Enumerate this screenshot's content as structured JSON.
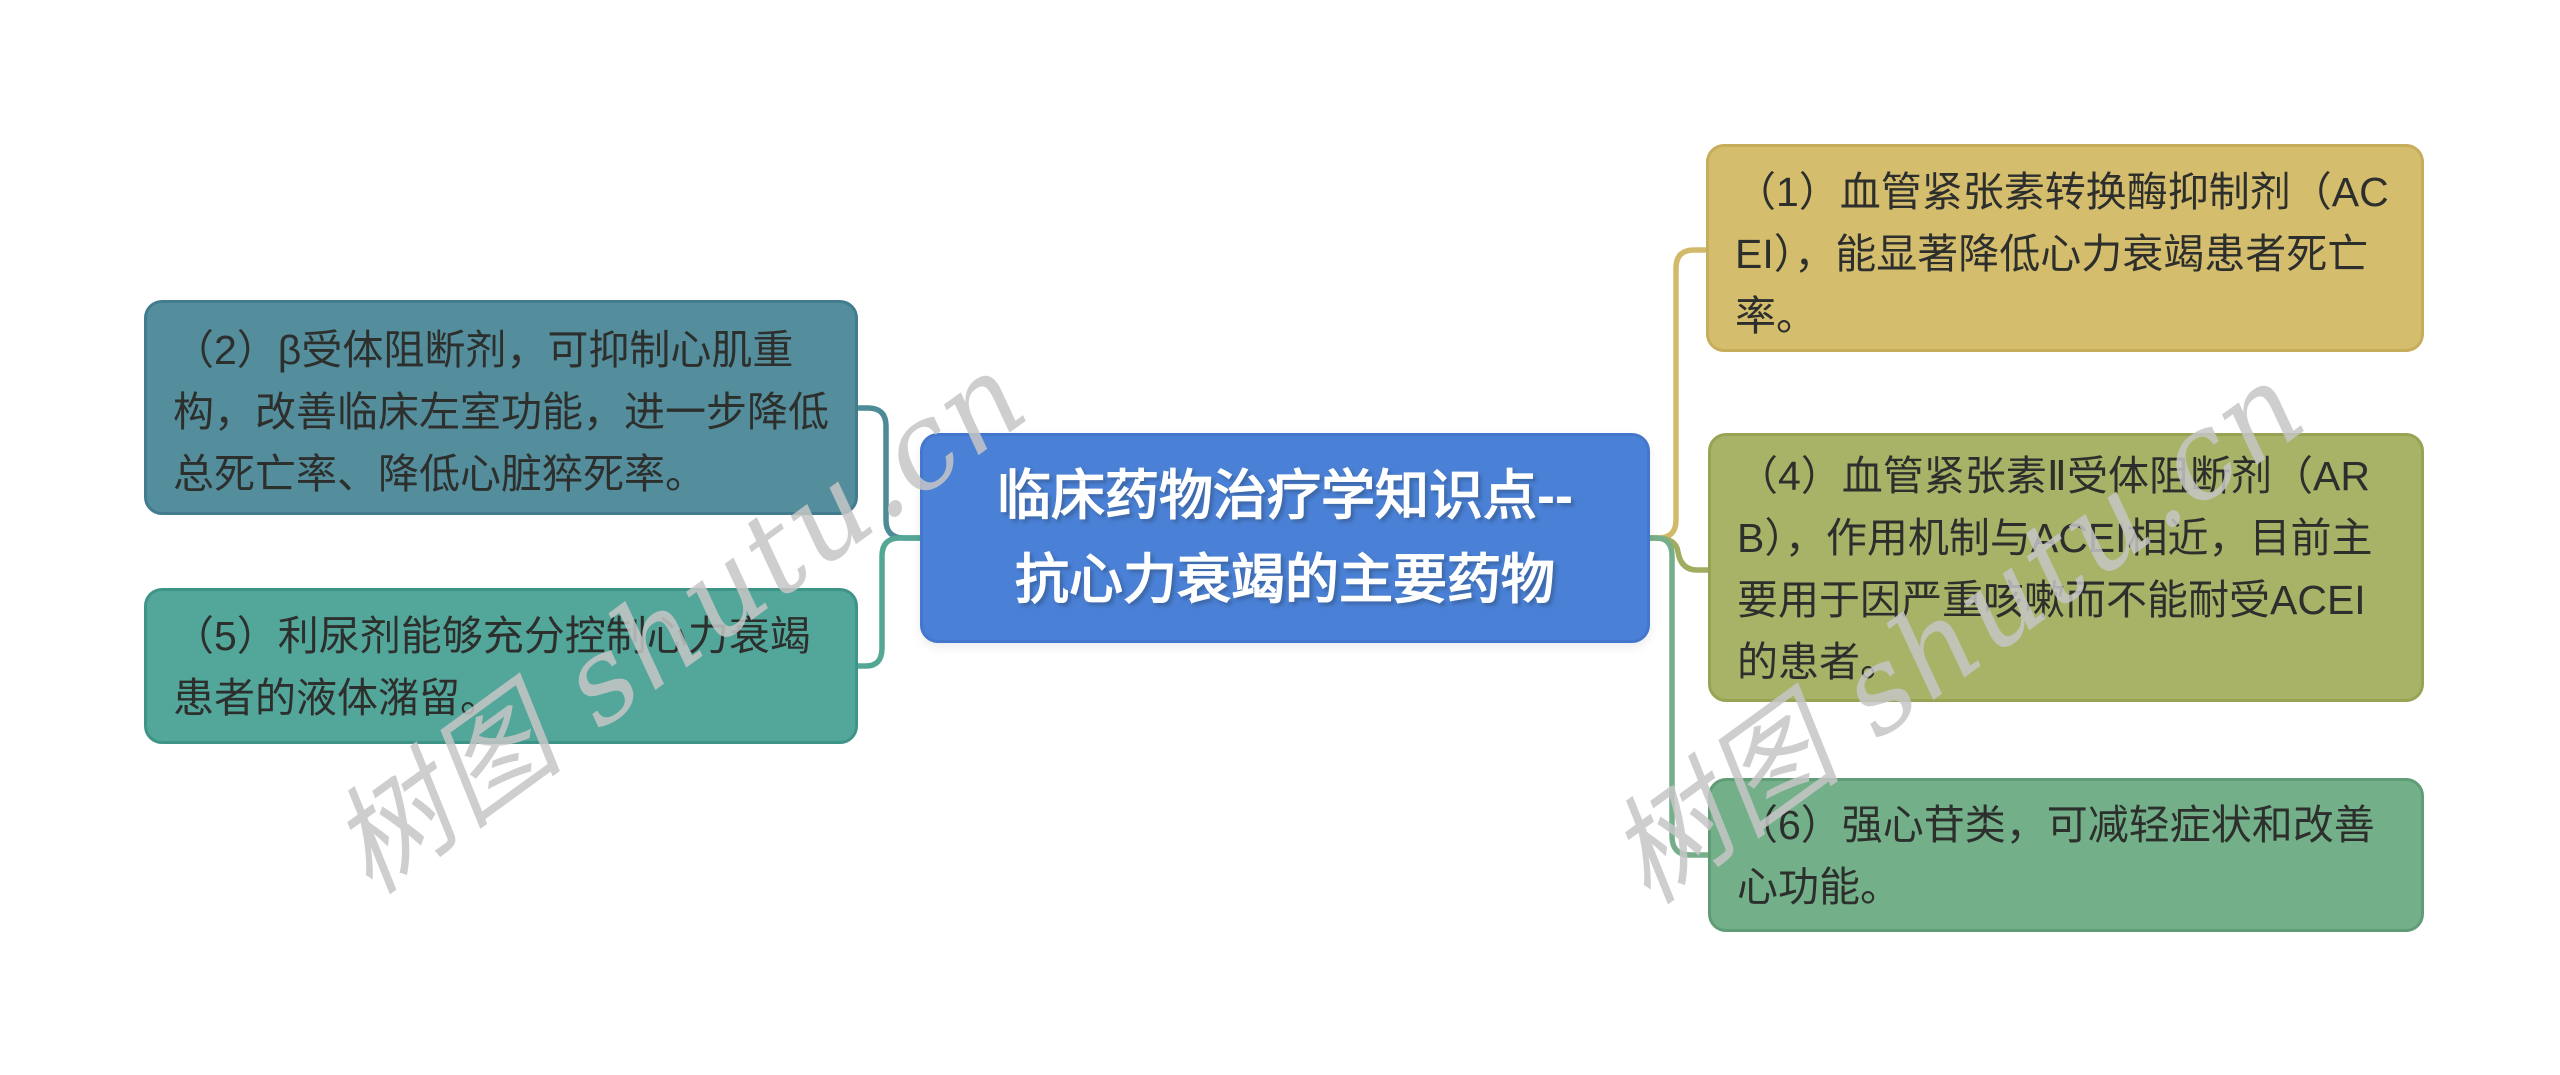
{
  "page": {
    "background": "#ffffff",
    "text_color": "#2d2f2d"
  },
  "central": {
    "line1": "临床药物治疗学知识点--",
    "line2": "抗心力衰竭的主要药物",
    "fill": "#4a80d5",
    "border": "#4376cd",
    "text_color": "#ffffff"
  },
  "branches": [
    {
      "id": "2",
      "side": "left",
      "text": "（2）β受体阻断剂，可抑制心肌重构，改善临床左室功能，进一步降低总死亡率、降低心脏猝死率。",
      "fill": "#548d9c",
      "border": "#417d8e",
      "connector": "#4d8b97"
    },
    {
      "id": "5",
      "side": "left",
      "text": "（5）利尿剂能够充分控制心力衰竭患者的液体潴留。",
      "fill": "#53a69a",
      "border": "#3f9488",
      "connector": "#55a795"
    },
    {
      "id": "1",
      "side": "right",
      "text": "（1）血管紧张素转换酶抑制剂（ACEI），能显著降低心力衰竭患者死亡率。",
      "fill": "#d5bd6e",
      "border": "#c6ad5b",
      "connector": "#d2ba6a"
    },
    {
      "id": "4",
      "side": "right",
      "text": "（4）血管紧张素Ⅱ受体阻断剂（ARB），作用机制与ACEI相近，目前主要用于因严重咳嗽而不能耐受ACEI的患者。",
      "fill": "#a9b368",
      "border": "#99a354",
      "connector": "#a2ac60"
    },
    {
      "id": "6",
      "side": "right",
      "text": "（6）强心苷类，可减轻症状和改善心功能。",
      "fill": "#73b089",
      "border": "#609c76",
      "connector": "#76ae8b"
    }
  ],
  "watermark": {
    "text": "树图 shutu.cn",
    "color": "rgba(197,197,197,0.85)"
  }
}
